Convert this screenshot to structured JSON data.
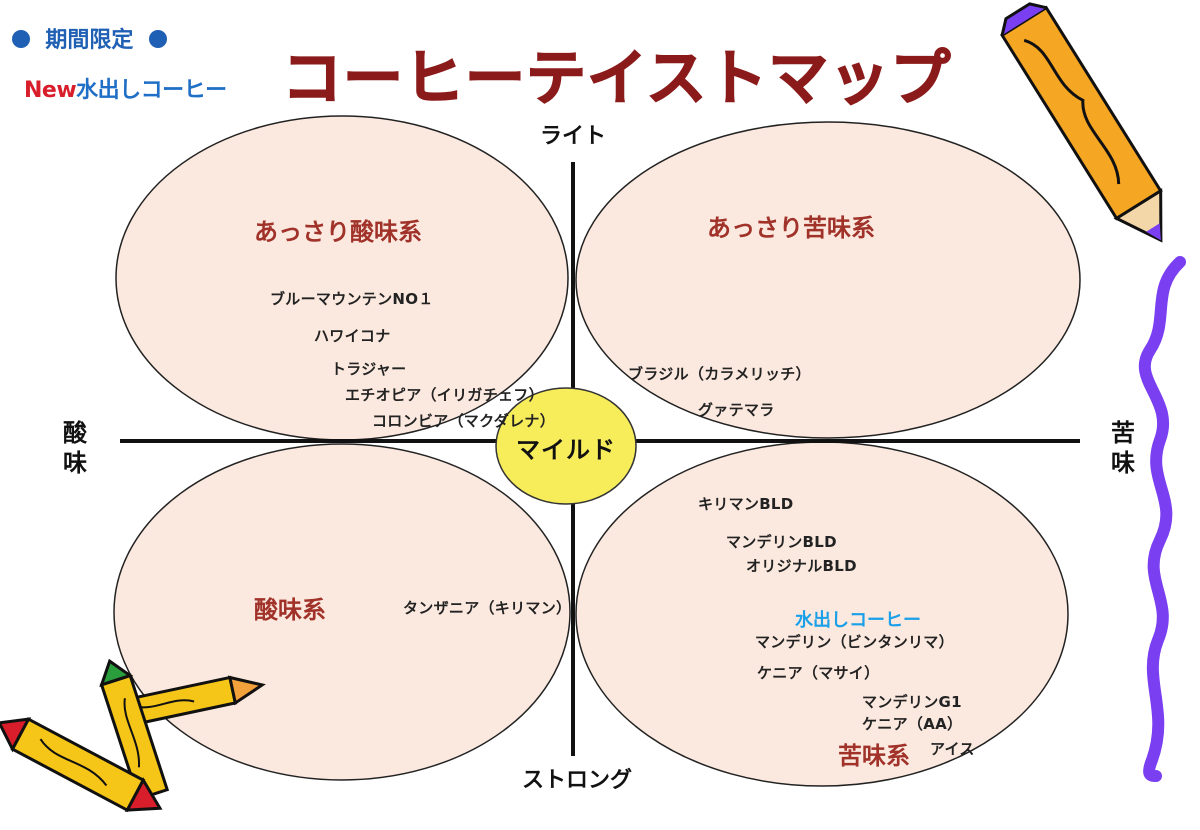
{
  "header": {
    "limited_label": "期間限定",
    "new_prefix": "New",
    "new_label": "水出しコーヒー",
    "title": "コーヒーテイストマップ"
  },
  "axes": {
    "top": "ライト",
    "bottom": "ストロング",
    "left": "酸味",
    "right": "苦味"
  },
  "center": {
    "label": "マイルド"
  },
  "quadrants": {
    "top_left": {
      "title": "あっさり酸味系",
      "items": [
        "ブルーマウンテンNO１",
        "ハワイコナ",
        "トラジャー",
        "エチオピア（イリガチェフ）",
        "コロンビア（マクダレナ）"
      ]
    },
    "top_right": {
      "title": "あっさり苦味系",
      "items": [
        "ブラジル（カラメリッチ）",
        "グァテマラ"
      ]
    },
    "bottom_left": {
      "title": "酸味系",
      "items": [
        "タンザニア（キリマン）"
      ]
    },
    "bottom_right": {
      "title": "苦味系",
      "items": [
        "キリマンBLD",
        "マンデリンBLD",
        "オリジナルBLD"
      ],
      "cold_brew_title": "水出しコーヒー",
      "cold_brew_items": [
        "マンデリン（ビンタンリマ）",
        "ケニア（マサイ）",
        "マンデリンG1",
        "ケニア（AA）",
        "アイス"
      ]
    }
  },
  "colors": {
    "ellipse_fill": "#fbe9df",
    "center_fill": "#f7ec5a",
    "title_color": "#8b1a1a",
    "quadrant_title_color": "#a0322a",
    "cold_brew_color": "#1aa0e8",
    "ribbon_color": "#7b3ff2"
  }
}
